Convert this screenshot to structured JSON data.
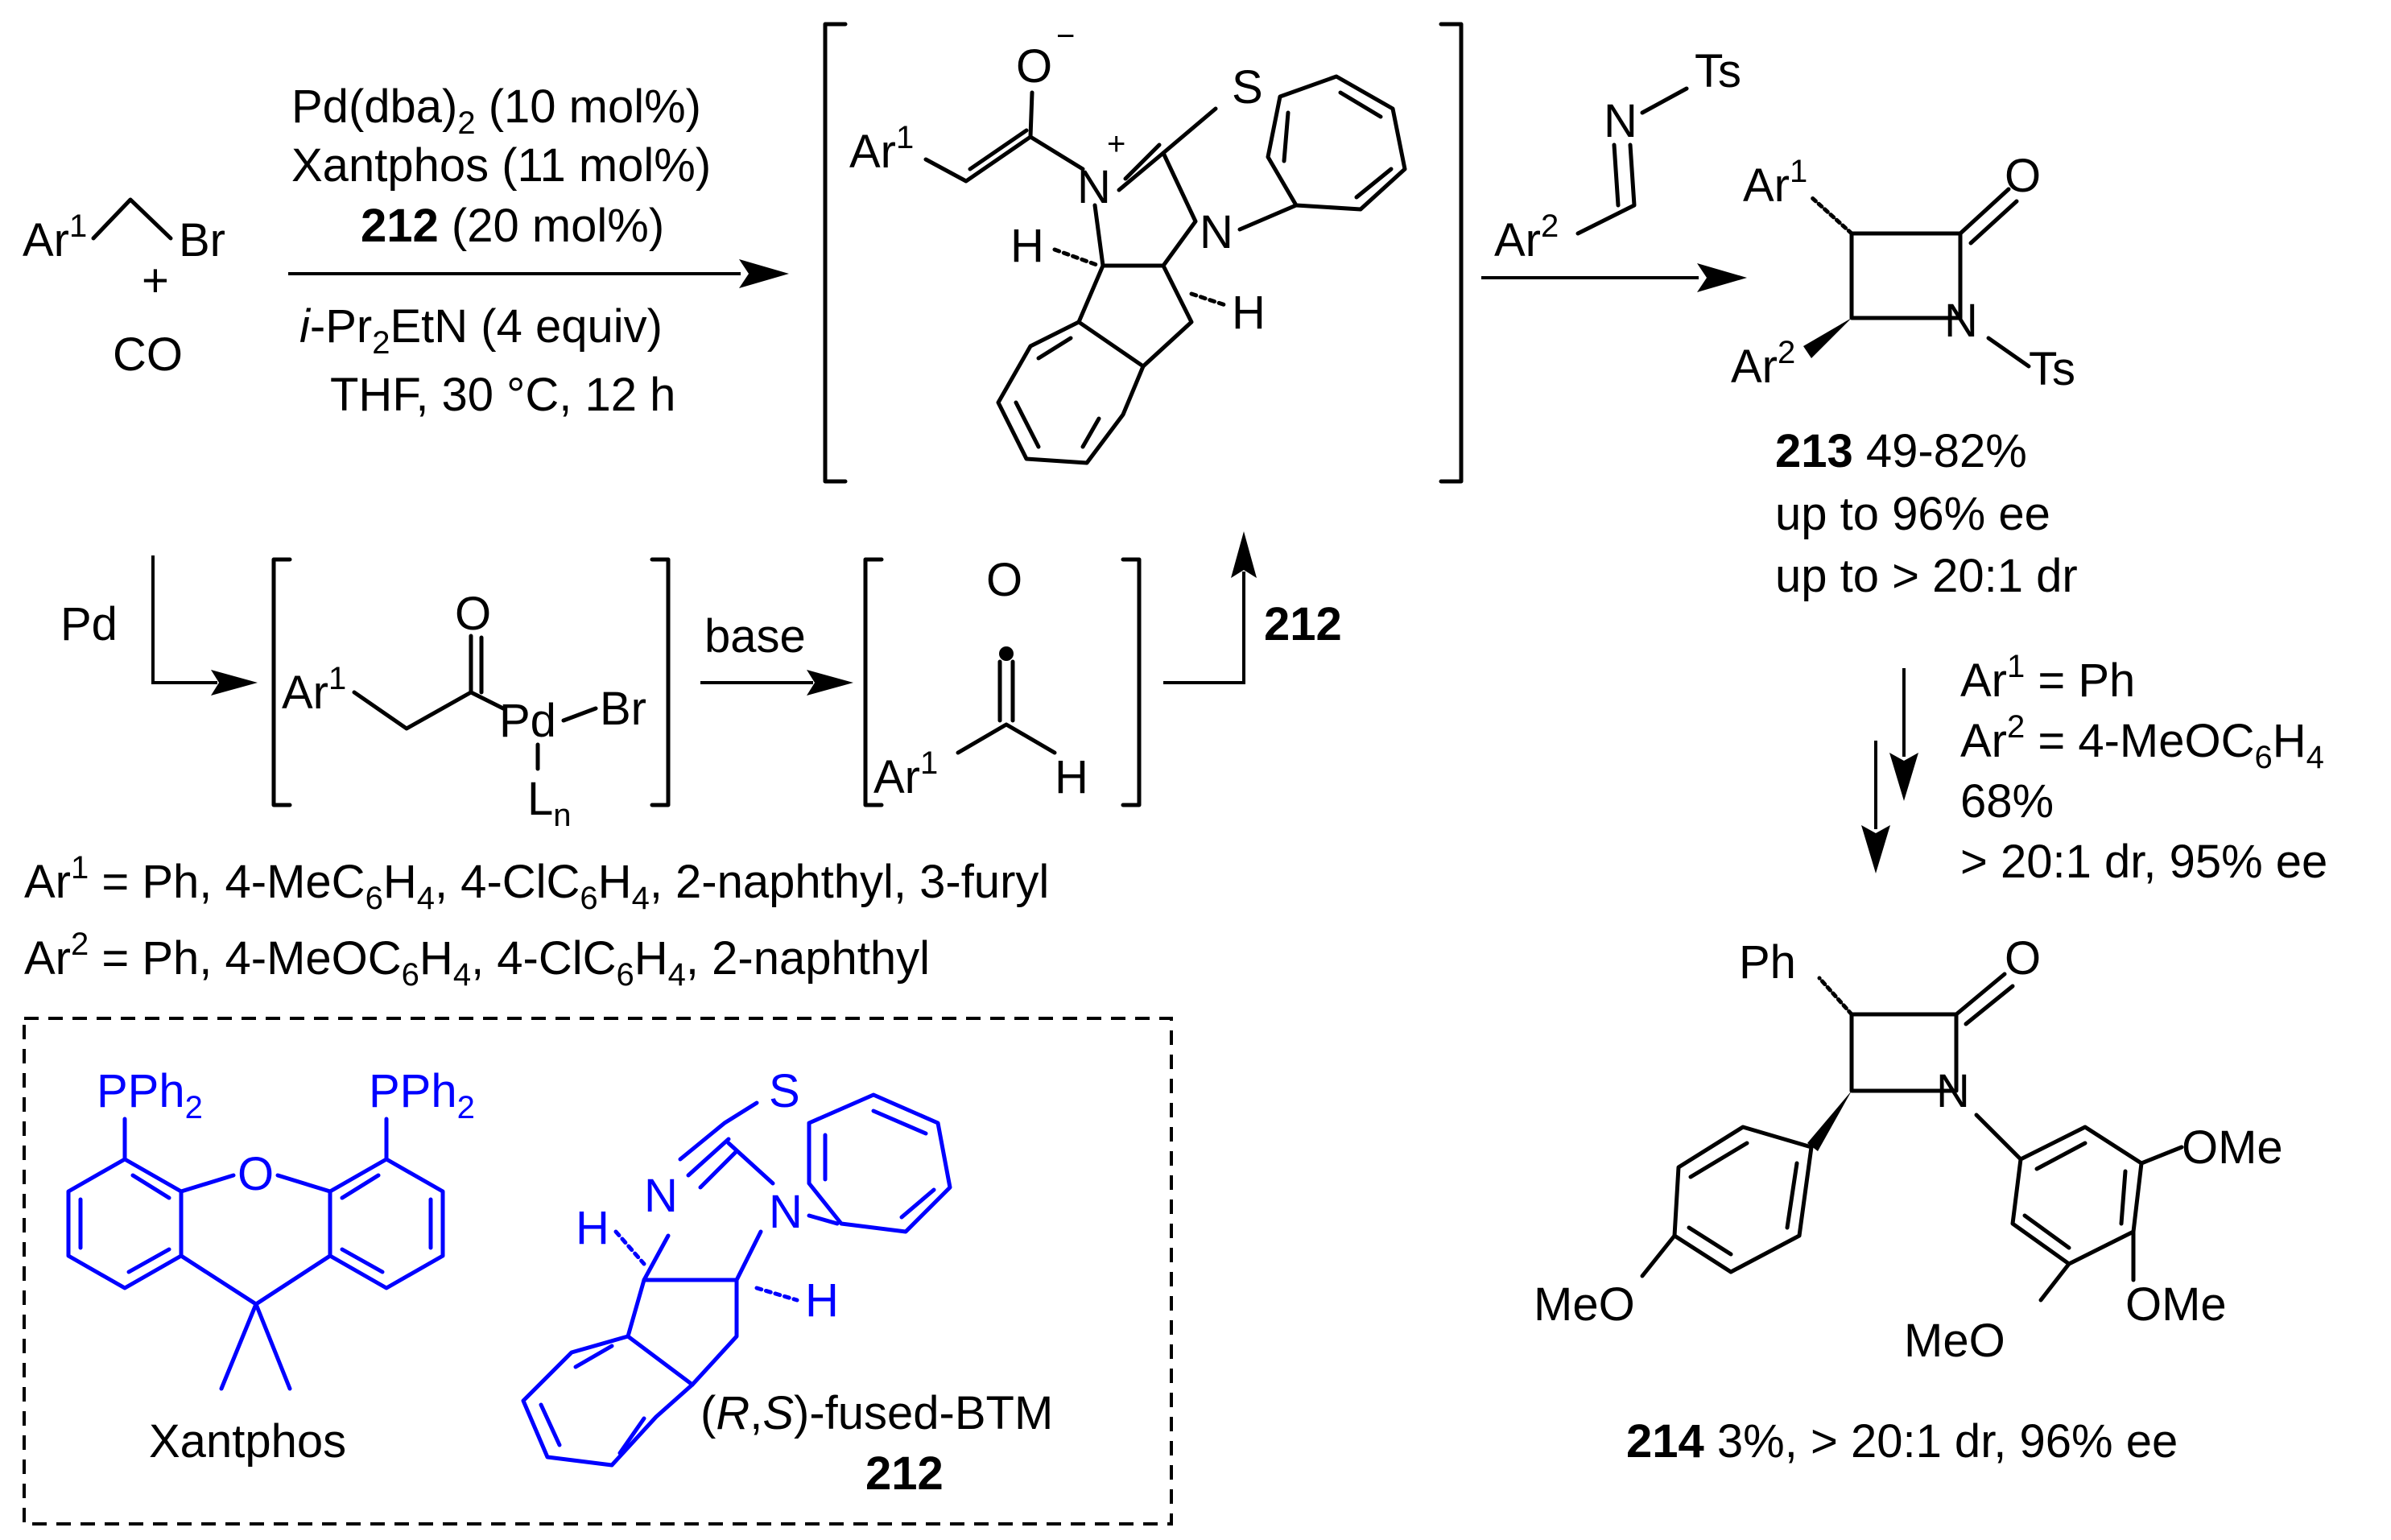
{
  "reactant": {
    "ar": "Ar",
    "sup": "1",
    "br": "Br",
    "plus": "+",
    "co": "CO"
  },
  "conditions": {
    "line1": "Pd(dba)",
    "line1_sub": "2",
    "line1_end": " (10 mol%)",
    "line2": "Xantphos (11 mol%)",
    "line3_bold": "212",
    "line3_end": " (20 mol%)",
    "line4_i": "i",
    "line4_a": "-Pr",
    "line4_sub": "2",
    "line4_b": "EtN (4 equiv)",
    "line5": "THF, 30 °C, 12 h"
  },
  "intermediate": {
    "ar": "Ar",
    "sup": "1",
    "o": "O",
    "o_charge": "−",
    "n_plus": "N",
    "plus": "+",
    "s": "S",
    "n": "N",
    "h1": "H",
    "h2": "H"
  },
  "imine": {
    "n": "N",
    "ts": "Ts",
    "ar": "Ar",
    "sup": "2"
  },
  "product213": {
    "ar1": "Ar",
    "ar1_sup": "1",
    "ar2": "Ar",
    "ar2_sup": "2",
    "o": "O",
    "n": "N",
    "ts": "Ts",
    "label_bold": "213",
    "label_rest": " 49-82%",
    "ee": "up to 96% ee",
    "dr": "up to > 20:1 dr"
  },
  "conditions2": {
    "ar1": "Ar",
    "ar1_sup": "1",
    "ar1_val": " = Ph",
    "ar2": "Ar",
    "ar2_sup": "2",
    "ar2_val": " = 4-MeOC",
    "ar2_sub1": "6",
    "ar2_mid": "H",
    "ar2_sub2": "4",
    "yield": "68%",
    "sel": "> 20:1 dr, 95% ee"
  },
  "product214": {
    "ph": "Ph",
    "o": "O",
    "n": "N",
    "ome1": "OMe",
    "ome2": "OMe",
    "meo1": "MeO",
    "meo2": "MeO",
    "label_bold": "214",
    "label_rest": " 3%, > 20:1 dr, 96% ee"
  },
  "mechanism": {
    "pd": "Pd",
    "ar": "Ar",
    "sup": "1",
    "o": "O",
    "pd2": "Pd",
    "br": "Br",
    "l": "L",
    "l_sub": "n",
    "base": "base",
    "o2": "O",
    "ar2": "Ar",
    "sup2": "1",
    "h": "H",
    "cat": "212"
  },
  "scope": {
    "ar1": "Ar",
    "ar1_sup": "1",
    "ar1_list": [
      " = Ph, 4-MeC",
      "6",
      "H",
      "4",
      ", 4-ClC",
      "6",
      "H",
      "4",
      ", 2-naphthyl, 3-furyl"
    ],
    "ar2": "Ar",
    "ar2_sup": "2",
    "ar2_list": [
      " = Ph, 4-MeOC",
      "6",
      "H",
      "4",
      ", 4-ClC",
      "6",
      "H",
      "4",
      ", 2-naphthyl"
    ]
  },
  "legend": {
    "pph2_a": "PPh",
    "pph2_a_sub": "2",
    "pph2_b": "PPh",
    "pph2_b_sub": "2",
    "o": "O",
    "xantphos": "Xantphos",
    "s": "S",
    "n1": "N",
    "n2": "N",
    "h1": "H",
    "h2": "H",
    "btm_open": "(",
    "btm_r": "R",
    "btm_comma": ",",
    "btm_s": "S",
    "btm_rest": ")-fused-BTM",
    "btm_num": "212"
  },
  "colors": {
    "catalyst": "#0000ff",
    "ink": "#000000"
  }
}
